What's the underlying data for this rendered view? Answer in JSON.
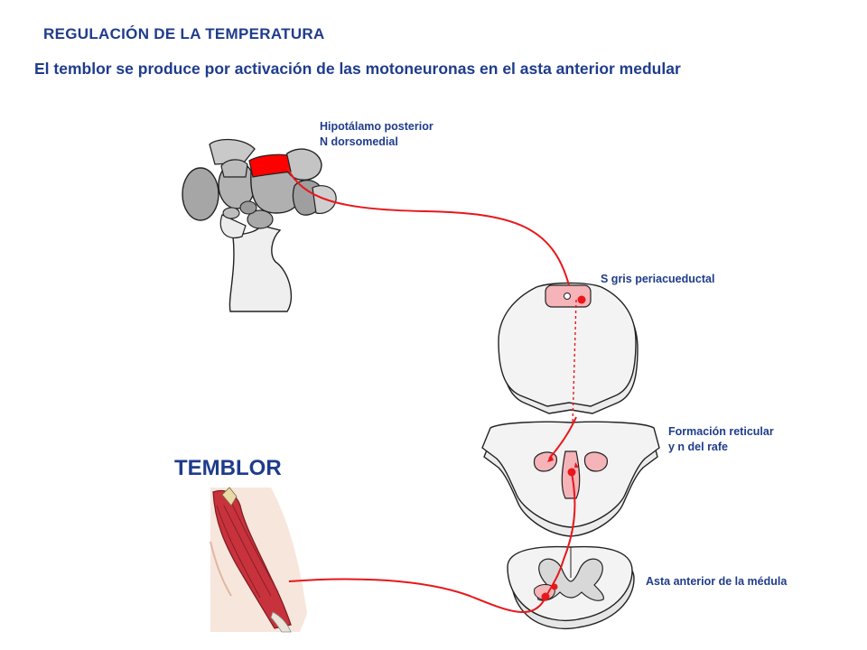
{
  "header": {
    "title": "REGULACIÓN DE LA TEMPERATURA",
    "subtitle": "El temblor se produce por activación de las motoneuronas en el asta anterior medular"
  },
  "labels": {
    "hypothalamus_line1": "Hipotálamo posterior",
    "hypothalamus_line2": "N dorsomedial",
    "periaqueductal": "S gris periacueductal",
    "reticular_line1": "Formación reticular",
    "reticular_line2": "y n del rafe",
    "anterior_horn": "Asta anterior de la médula",
    "tremor": "TEMBLOR"
  },
  "colors": {
    "text": "#1f3c8c",
    "pathway": "#e8171b",
    "nucleus_highlight": "#ff0000",
    "region_pink": "#f4b4b8",
    "brain_gray": "#a9a9a9",
    "tissue_fill": "#f1f1f1",
    "muscle": "#c8323c"
  }
}
